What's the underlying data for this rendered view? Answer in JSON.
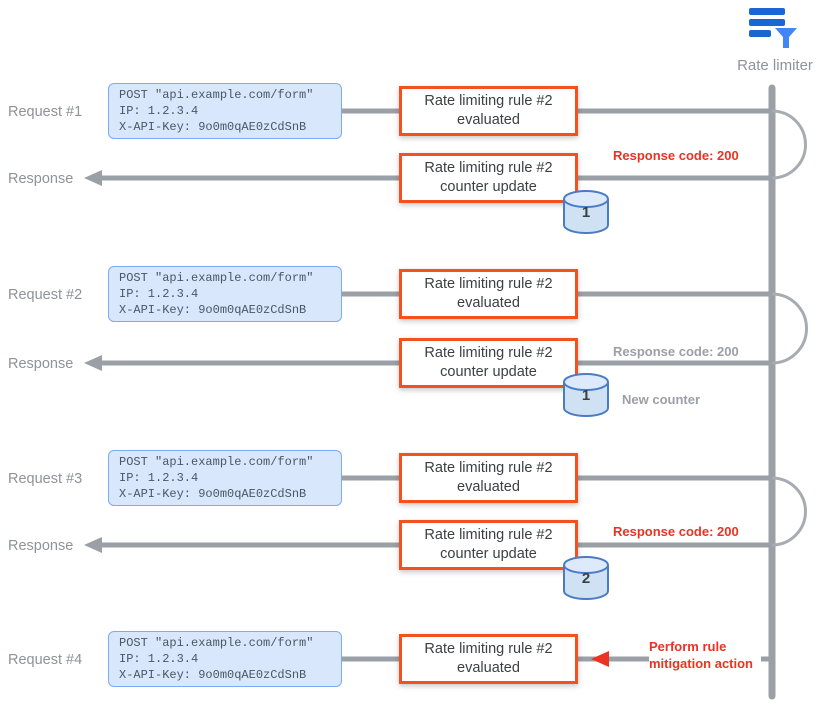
{
  "diagram": {
    "actor": {
      "label": "Rate limiter",
      "icon": "rules-filter-icon"
    },
    "request_code": [
      "POST \"api.example.com/form\"",
      "IP: 1.2.3.4",
      "X-API-Key: 9o0m0qAE0zCdSnB"
    ],
    "boxes": {
      "rule_line": "Rate limiting rule #2",
      "evaluated_line": "evaluated",
      "counter_line": "counter update"
    },
    "groups": [
      {
        "request_label": "Request #1",
        "response_label": "Response",
        "annotation": "Response code: 200",
        "annotation_color": "#ea3323",
        "counter": "1"
      },
      {
        "request_label": "Request #2",
        "response_label": "Response",
        "annotation": "Response code: 200",
        "annotation_color": "#9aa0a6",
        "counter": "1",
        "counter_note": "New counter"
      },
      {
        "request_label": "Request #3",
        "response_label": "Response",
        "annotation": "Response code: 200",
        "annotation_color": "#ea3323",
        "counter": "2"
      },
      {
        "request_label": "Request #4",
        "action": {
          "line1": "Perform rule",
          "line2": "mitigation action"
        }
      }
    ],
    "colors": {
      "accent_orange": "#f4511e",
      "accent_red": "#ea3323",
      "line_gray": "#9aa0a6",
      "code_box_fill": "#d9e7fc",
      "code_box_border": "#7baaf7",
      "db_fill": "#cfe2f3",
      "db_border": "#4a7bc4",
      "icon_blue": "#1967d2"
    }
  }
}
